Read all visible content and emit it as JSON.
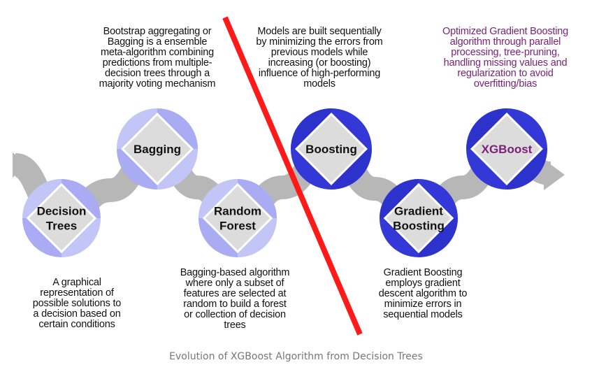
{
  "colors": {
    "arrow": "#b7b7b7",
    "divider": "#ff1a1a",
    "diamond_fill": "#dcdcdc",
    "light_circle": "#a9acf2",
    "light_corner": "#d9dbfb",
    "dark_circle": "#3438d6",
    "dark_corner": "#2a2ec4",
    "xgboost_text": "#7a1f7a",
    "caption": "#777777",
    "text": "#111111"
  },
  "nodes": [
    {
      "key": "decision-trees",
      "lines": [
        "Decision",
        "Trees"
      ],
      "style": "light",
      "icon": "diamond-in-circle"
    },
    {
      "key": "bagging",
      "lines": [
        "Bagging"
      ],
      "style": "light",
      "icon": "diamond-in-circle"
    },
    {
      "key": "random-forest",
      "lines": [
        "Random",
        "Forest"
      ],
      "style": "light",
      "icon": "diamond-in-circle"
    },
    {
      "key": "boosting",
      "lines": [
        "Boosting"
      ],
      "style": "dark",
      "icon": "diamond-in-circle"
    },
    {
      "key": "gradient-boosting",
      "lines": [
        "Gradient",
        "Boosting"
      ],
      "style": "dark",
      "icon": "diamond-in-circle"
    },
    {
      "key": "xgboost",
      "lines": [
        "XGBoost"
      ],
      "style": "dark",
      "icon": "diamond-in-circle",
      "text_color": "#7a1f7a"
    }
  ],
  "descriptions": {
    "decision_trees": "A graphical\nrepresentation of\npossible solutions to\na decision based on\ncertain conditions",
    "bagging": "Bootstrap aggregating or\nBagging is a ensemble\nmeta-algorithm combining\npredictions from multiple-\ndecision trees through a\nmajority voting mechanism",
    "random_forest": "Bagging-based algorithm\nwhere only a subset of\nfeatures are selected at\nrandom to build a forest\nor collection of decision\ntrees",
    "boosting": "Models are built sequentially\nby minimizing the errors from\nprevious models while\nincreasing (or boosting)\ninfluence of high-performing\nmodels",
    "gradient_boosting": "Gradient Boosting\nemploys gradient\ndescent algorithm to\nminimize errors  in\nsequential models",
    "xgboost": "Optimized Gradient Boosting\nalgorithm through parallel\nprocessing, tree-pruning,\nhandling missing values and\nregularization to avoid\noverfitting/bias"
  },
  "caption": "Evolution of XGBoost Algorithm from Decision Trees"
}
